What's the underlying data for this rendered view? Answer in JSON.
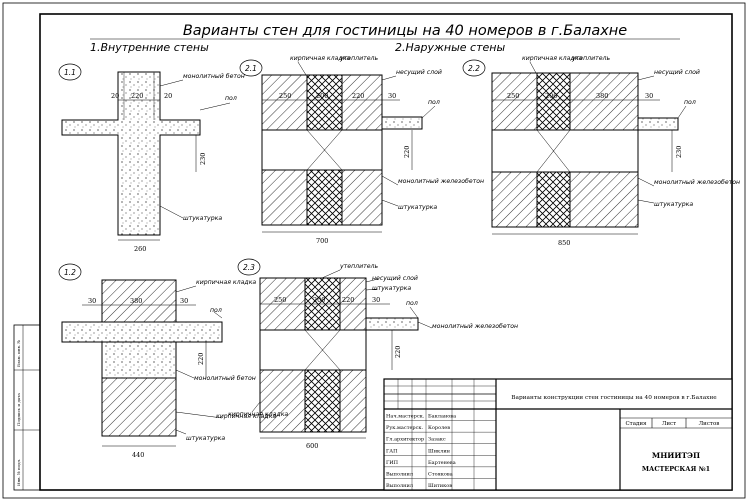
{
  "title": "Варианты стен для гостиницы на 40 номеров в г.Балахне",
  "sections": {
    "internal": "1.Внутренние стены",
    "external": "2.Наружные стены"
  },
  "details": [
    {
      "id": "1.1",
      "dims": [
        "20",
        "220",
        "20",
        "230",
        "260"
      ],
      "labels": [
        "монолитный бетон",
        "пол",
        "штукатурка"
      ]
    },
    {
      "id": "2.1",
      "dims": [
        "250",
        "200",
        "220",
        "30",
        "220",
        "700"
      ],
      "labels": [
        "кирпичная кладка",
        "утеплитель",
        "несущий слой",
        "пол",
        "монолитный железобетон",
        "штукатурка"
      ]
    },
    {
      "id": "2.2",
      "dims": [
        "250",
        "200",
        "380",
        "30",
        "230",
        "850"
      ],
      "labels": [
        "кирпичная кладка",
        "утеплитель",
        "несущий слой",
        "пол",
        "монолитный железобетон",
        "штукатурка"
      ]
    },
    {
      "id": "1.2",
      "dims": [
        "30",
        "380",
        "30",
        "220",
        "440"
      ],
      "labels": [
        "кирпичная кладка",
        "пол",
        "монолитный бетон",
        "кирпичная кладка",
        "штукатурка"
      ]
    },
    {
      "id": "2.3",
      "dims": [
        "250",
        "200",
        "220",
        "30",
        "220",
        "600"
      ],
      "labels": [
        "утеплитель",
        "несущий слой",
        "штукатурка",
        "пол",
        "монолитный железобетон",
        "кирпичная кладка"
      ]
    }
  ],
  "title_block": {
    "description": "Варианты конструкции стен гостиницы на 40 номеров в г.Балахне",
    "headers": [
      "Стадия",
      "Лист",
      "Листов"
    ],
    "org_name": "МНИИТЭП",
    "org_workshop": "МАСТЕРСКАЯ №1",
    "signatures": [
      {
        "role": "Нач.мастерск.",
        "name": "Бакланова"
      },
      {
        "role": "Рук.мастерск.",
        "name": "Королев"
      },
      {
        "role": "Гл.архитектор",
        "name": "Зазакс"
      },
      {
        "role": "ГАП",
        "name": "Шиклин"
      },
      {
        "role": "ГИП",
        "name": "Бартенева"
      },
      {
        "role": "Выполнил",
        "name": "Стоякова"
      },
      {
        "role": "Выполнил",
        "name": "Шитиков"
      }
    ]
  },
  "margin_stamp": [
    "Взам. инв. №",
    "Подпись и дата",
    "Инв. № подл."
  ]
}
